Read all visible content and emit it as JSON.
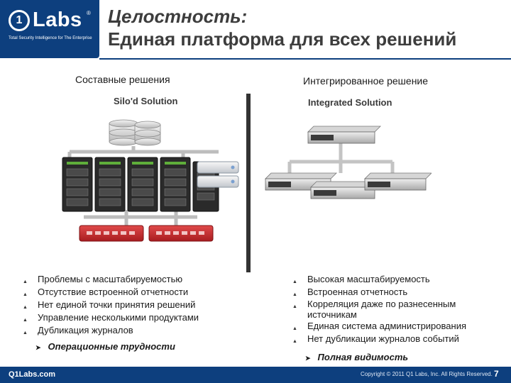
{
  "logo": {
    "number": "1",
    "word": "Labs",
    "reg": "®",
    "tagline": "Total Security Intelligence for The Enterprise"
  },
  "title": {
    "line1": "Целостность:",
    "line2": "Единая платформа для всех решений"
  },
  "left": {
    "label": "Составные решения",
    "subtitle": "Silo'd Solution",
    "bullets": [
      "Проблемы с масштабируемостью",
      "Отсутствие встроенной отчетности",
      "Нет единой точки принятия решений",
      "Управление несколькими продуктами",
      "Дубликация журналов"
    ],
    "sub": "Операционные трудности"
  },
  "right": {
    "label": "Интегрированное решение",
    "subtitle": "Integrated Solution",
    "bullets": [
      "Высокая масштабируемость",
      "Встроенная отчетность",
      "Корреляция даже по разнесенным источникам",
      "Единая система администрирования",
      "Нет дубликации журналов событий"
    ],
    "sub": "Полная видимость"
  },
  "footer": {
    "site": "Q1Labs.com",
    "copyright": "Copyright © 2011 Q1 Labs, Inc. All Rights Reserved.",
    "page": "7"
  },
  "colors": {
    "brand": "#0d3f7e",
    "appliance_red": "#c8282c",
    "divider": "#333333"
  }
}
